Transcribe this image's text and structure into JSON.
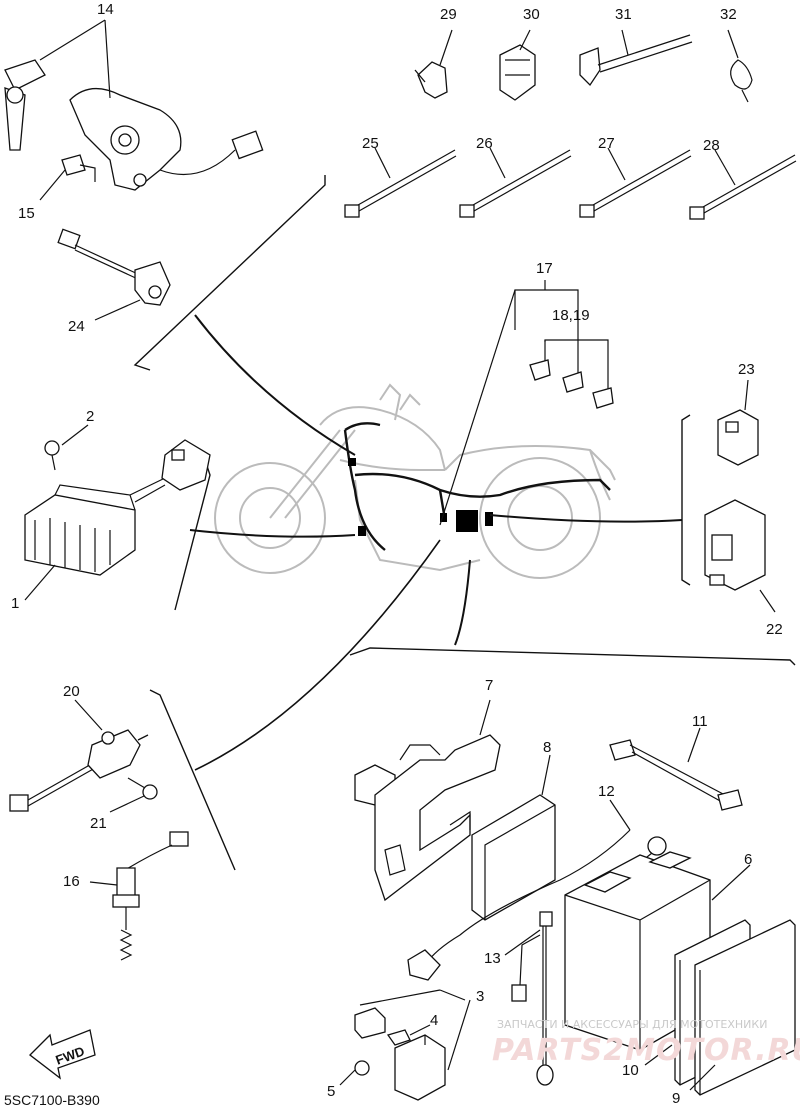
{
  "diagram": {
    "callouts": {
      "n1": "1",
      "n2": "2",
      "n3": "3",
      "n4": "4",
      "n5": "5",
      "n6": "6",
      "n7": "7",
      "n8": "8",
      "n9": "9",
      "n10": "10",
      "n11": "11",
      "n12": "12",
      "n13": "13",
      "n14": "14",
      "n15": "15",
      "n16": "16",
      "n17": "17",
      "n1819": "18,19",
      "n20": "20",
      "n21": "21",
      "n22": "22",
      "n23": "23",
      "n24": "24",
      "n25": "25",
      "n26": "26",
      "n27": "27",
      "n28": "28",
      "n29": "29",
      "n30": "30",
      "n31": "31",
      "n32": "32"
    },
    "fwd_label": "FWD",
    "diagram_code": "5SC7100-B390",
    "watermark_caption": "ЗАПЧАСТИ И АКСЕССУАРЫ ДЛЯ МОТОТЕХНИКИ",
    "watermark_brand": "PARTS2MOTOR.RU"
  }
}
